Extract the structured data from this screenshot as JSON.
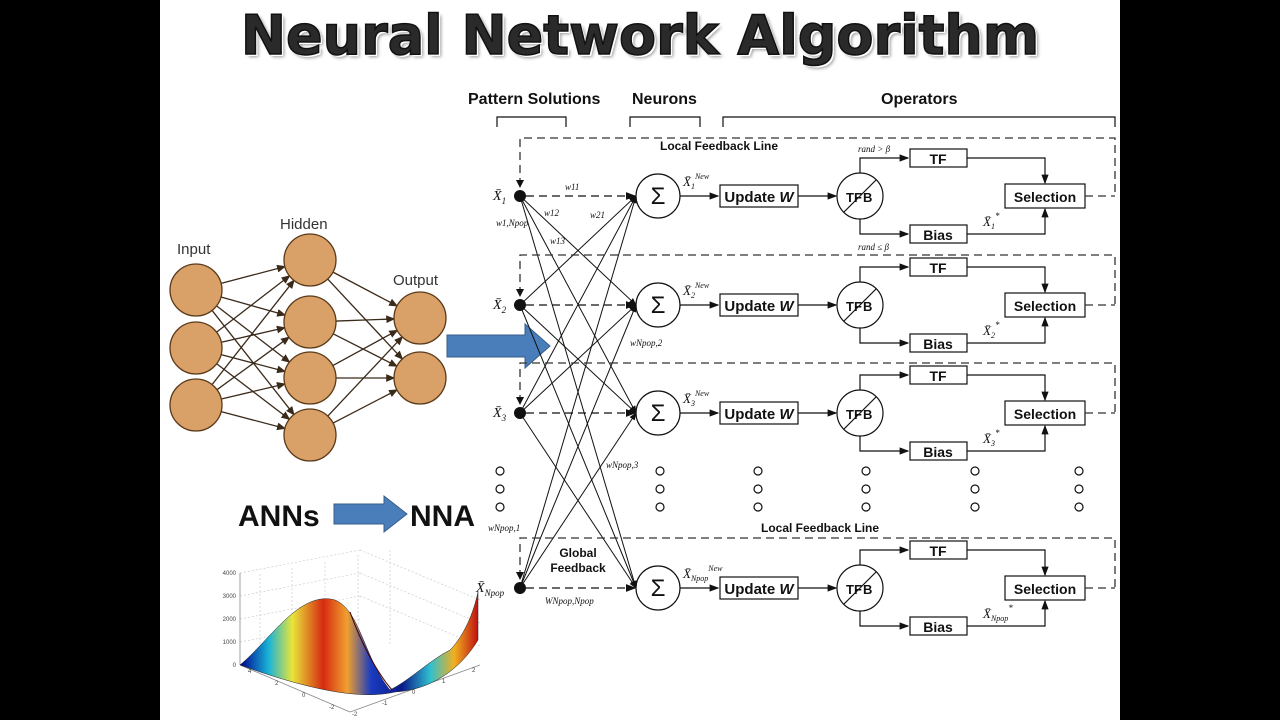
{
  "title": "Neural Network Algorithm",
  "ann_diagram": {
    "labels": {
      "input": "Input",
      "hidden": "Hidden",
      "output": "Output"
    },
    "node_color": "#d9a067",
    "layers": [
      3,
      4,
      2
    ]
  },
  "transition": {
    "from": "ANNs",
    "to": "NNA",
    "arrow_color": "#4a7ebb"
  },
  "surface_plot": {
    "z_ticks": [
      "0",
      "1000",
      "2000",
      "3000",
      "4000"
    ],
    "x_ticks": [
      "4",
      "2",
      "0",
      "-2"
    ],
    "y_ticks": [
      "-2",
      "-1",
      "0",
      "1",
      "2"
    ]
  },
  "nna": {
    "headers": {
      "pattern": "Pattern Solutions",
      "neurons": "Neurons",
      "operators": "Operators"
    },
    "local_feedback": "Local Feedback Line",
    "global_feedback": [
      "Global",
      "Feedback"
    ],
    "sum_symbol": "Σ",
    "update_label": "Update ",
    "update_var": "W",
    "tfb_left": "TF",
    "tfb_right": "B",
    "tf_label": "TF",
    "bias_label": "Bias",
    "selection_label": "Selection",
    "rand_gt": "rand > β",
    "rand_le": "rand ≤ β",
    "rows": [
      {
        "x": "X̄",
        "sub": "1",
        "new_sub": "1",
        "star_sub": "1"
      },
      {
        "x": "X̄",
        "sub": "2",
        "new_sub": "2",
        "star_sub": "2"
      },
      {
        "x": "X̄",
        "sub": "3",
        "new_sub": "3",
        "star_sub": "3"
      },
      {
        "x": "X̄",
        "sub": "Npop",
        "new_sub": "Npop",
        "star_sub": "Npop"
      }
    ],
    "weights": {
      "w11": "w11",
      "w12": "w12",
      "w13": "w13",
      "w21": "w21",
      "w1npop": "w1,Npop",
      "wnpop2": "wNpop,2",
      "wnpop3": "wNpop,3",
      "wnpop1": "wNpop,1",
      "wnpopnpop": "WNpop,Npop"
    },
    "new_sup": "New",
    "star_sup": "*"
  }
}
